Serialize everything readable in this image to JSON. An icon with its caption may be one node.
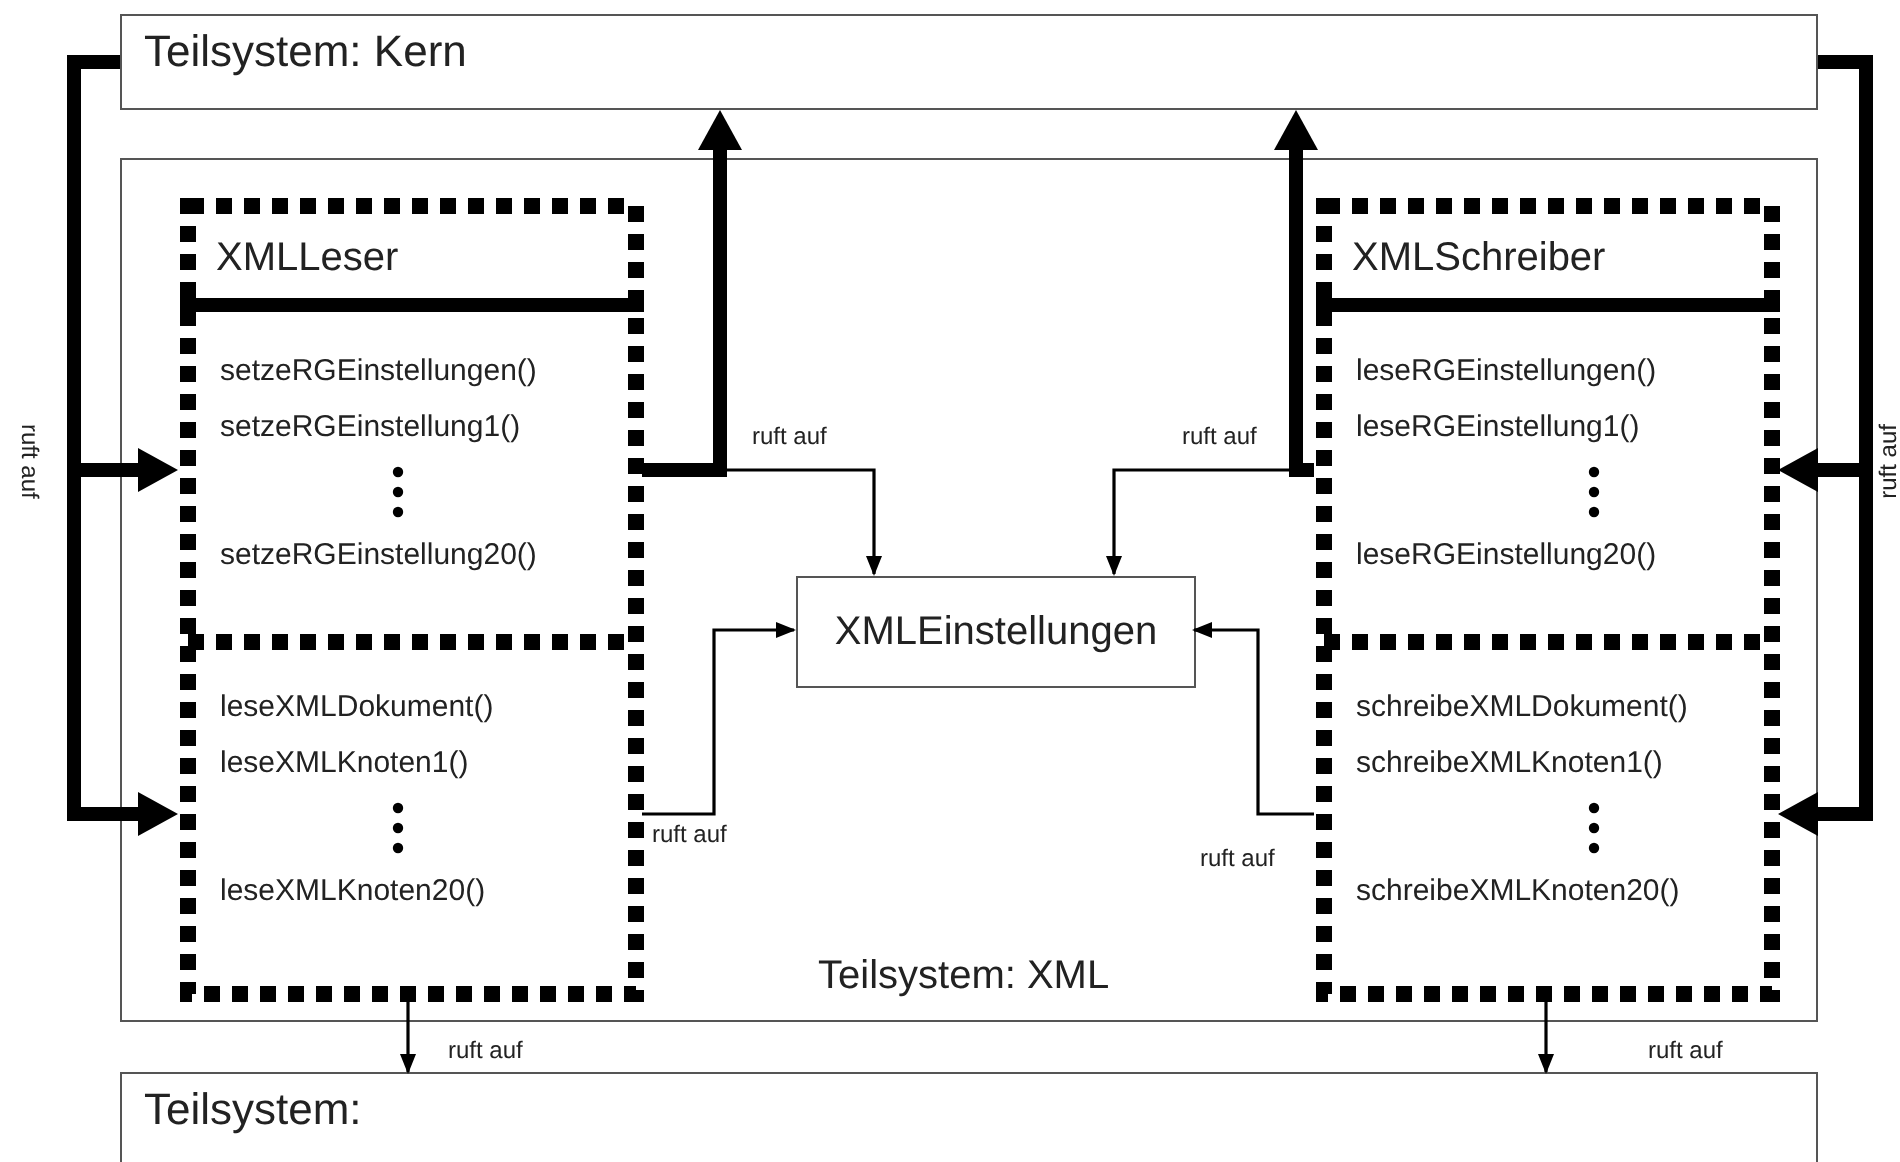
{
  "diagram": {
    "nodes": [
      {
        "text": [
          "Teilsystem: Kern"
        ]
      },
      {
        "text": [
          "Teilsystem: XML"
        ]
      },
      {
        "text": [
          "XMLLeser"
        ],
        "in": 1
      },
      {
        "text": [
          "setzeRGEinstellungen()",
          "setzeRGEinstellung1()",
          "setzeRGEinstellung20()"
        ],
        "in": 2
      },
      {
        "text": [
          "leseXMLDokument()",
          "leseXMLKnoten1()",
          "leseXMLKnoten20()"
        ],
        "in": 2
      },
      {
        "text": [
          "XMLSchreiber"
        ],
        "in": 1
      },
      {
        "text": [
          "leseRGEinstellungen()",
          "leseRGEinstellung1()",
          "leseRGEinstellung20()"
        ],
        "in": 5
      },
      {
        "text": [
          "schreibeXMLDokument()",
          "schreibeXMLKnoten1()",
          "schreibeXMLKnoten20()"
        ],
        "in": 5
      },
      {
        "text": [
          "XMLEinstellungen"
        ],
        "in": 1
      },
      {
        "text": [
          "Teilsystem:"
        ]
      }
    ],
    "edges": [
      {
        "from": 0,
        "to": 3,
        "arrow": "to",
        "style": "thick",
        "label": "ruft auf"
      },
      {
        "from": 0,
        "to": 4,
        "arrow": "to",
        "style": "thick"
      },
      {
        "from": 3,
        "to": 0,
        "arrow": "to",
        "style": "thick"
      },
      {
        "from": 3,
        "to": 8,
        "arrow": "to",
        "label": "ruft auf"
      },
      {
        "from": 4,
        "to": 8,
        "arrow": "to",
        "label": "ruft auf"
      },
      {
        "from": 2,
        "to": 9,
        "arrow": "to",
        "label": "ruft auf"
      },
      {
        "from": 0,
        "to": 6,
        "arrow": "to",
        "style": "thick",
        "label": "ruft auf"
      },
      {
        "from": 0,
        "to": 7,
        "arrow": "to",
        "style": "thick"
      },
      {
        "from": 6,
        "to": 0,
        "arrow": "to",
        "style": "thick"
      },
      {
        "from": 6,
        "to": 8,
        "arrow": "to",
        "label": "ruft auf"
      },
      {
        "from": 7,
        "to": 8,
        "arrow": "to",
        "label": "ruft auf"
      },
      {
        "from": 5,
        "to": 9,
        "arrow": "to",
        "label": "ruft auf"
      }
    ]
  }
}
